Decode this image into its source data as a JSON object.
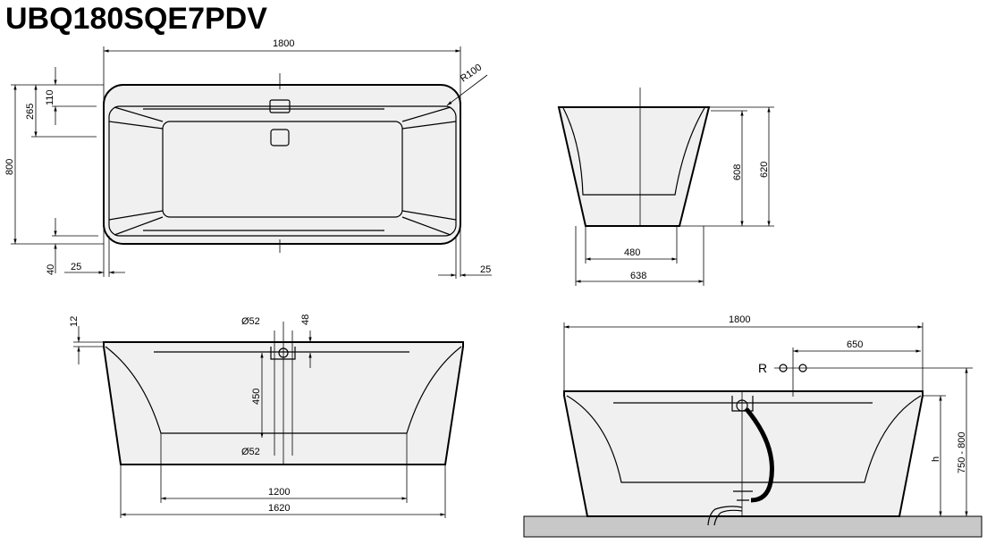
{
  "title": "UBQ180SQE7PDV",
  "top_view": {
    "length": "1800",
    "width": "800",
    "radius": "R100",
    "dim_265": "265",
    "dim_110": "110",
    "dim_40": "40",
    "dim_25_left": "25",
    "dim_25_right": "25"
  },
  "end_view": {
    "height_inner": "608",
    "height_outer": "620",
    "bottom_width": "480",
    "base_width": "638"
  },
  "front_view": {
    "overflow_diameter": "Ø52",
    "drain_diameter": "Ø52",
    "overflow_offset": "48",
    "rim": "12",
    "overflow_height": "450",
    "basin_length": "1200",
    "base_length": "1620"
  },
  "installation_view": {
    "length": "1800",
    "tap_offset": "650",
    "tap_label": "R",
    "height_label": "h",
    "height_range": "750 - 800",
    "floor_color": "#c8c8c8"
  }
}
